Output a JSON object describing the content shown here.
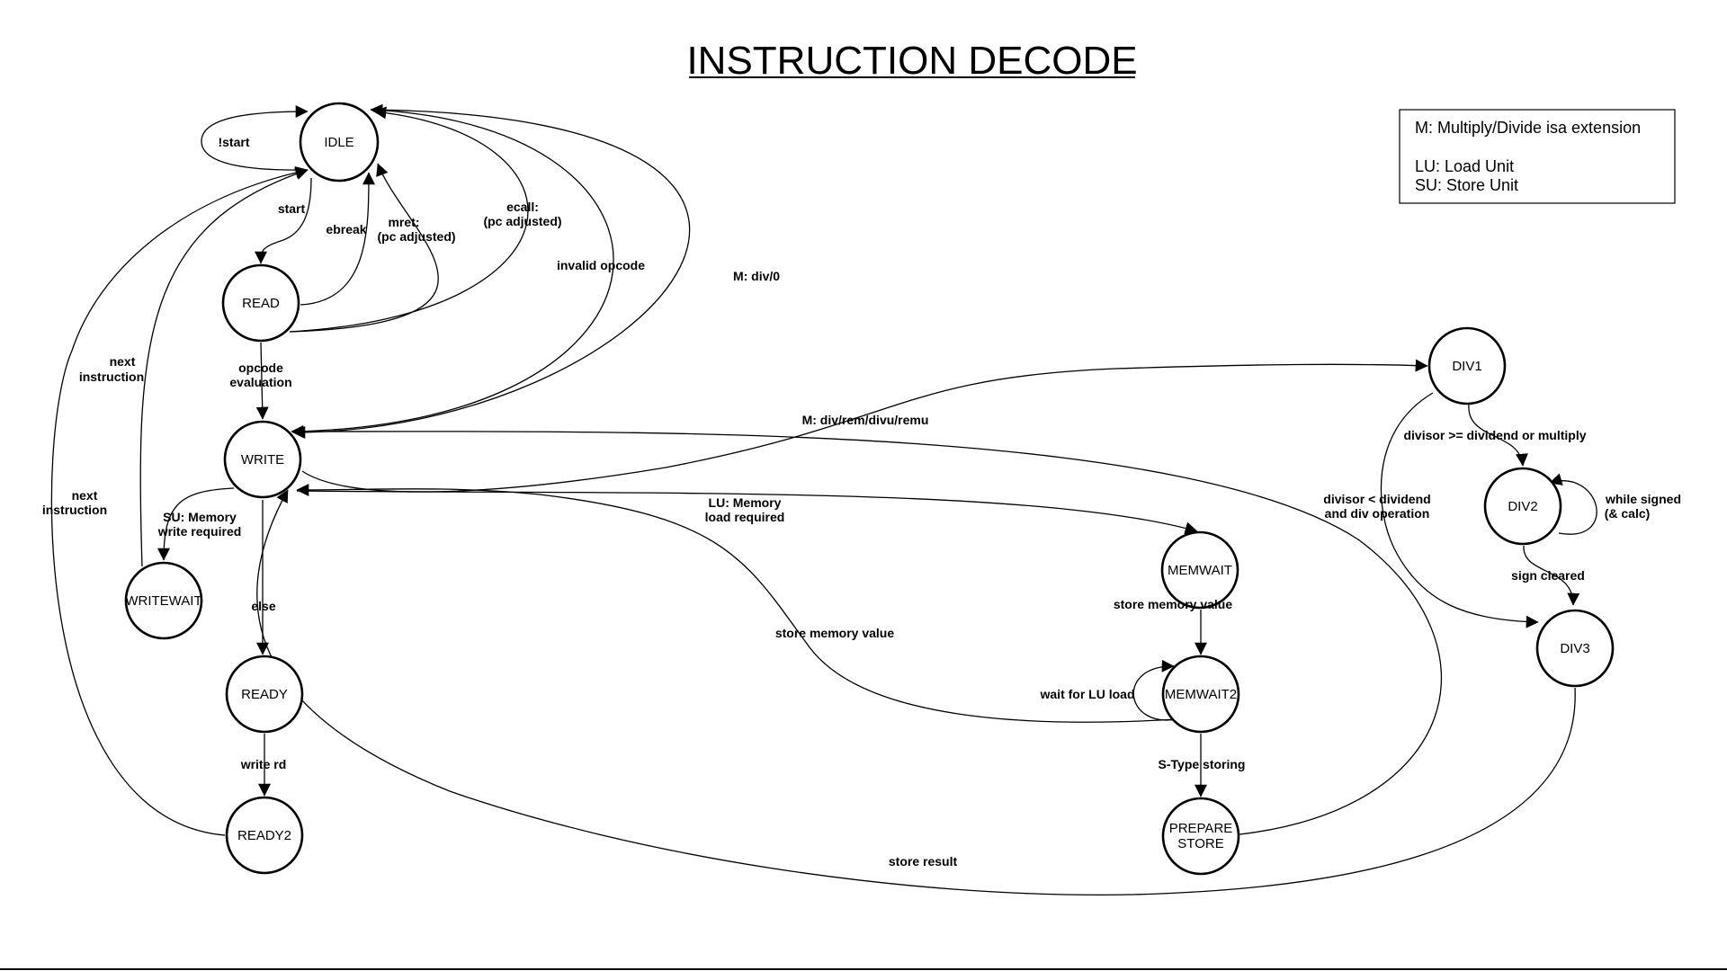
{
  "title": "INSTRUCTION DECODE",
  "legend": {
    "line1": "M: Multiply/Divide isa extension",
    "line2": "LU: Load Unit",
    "line3": "SU: Store Unit"
  },
  "states": {
    "idle": "IDLE",
    "read": "READ",
    "write": "WRITE",
    "writewait": "WRITEWAIT",
    "ready": "READY",
    "ready2": "READY2",
    "memwait": "MEMWAIT",
    "memwait2": "MEMWAIT2",
    "prepare_store_1": "PREPARE",
    "prepare_store_2": "STORE",
    "div1": "DIV1",
    "div2": "DIV2",
    "div3": "DIV3"
  },
  "transitions": {
    "not_start": "!start",
    "start": "start",
    "ebreak": "ebreak",
    "mret_1": "mret:",
    "mret_2": "(pc adjusted)",
    "ecall_1": "ecall:",
    "ecall_2": "(pc adjusted)",
    "invalid_opcode": "invalid opcode",
    "div0": "M: div/0",
    "opcode_eval_1": "opcode",
    "opcode_eval_2": "evaluation",
    "next_instr_a_1": "next",
    "next_instr_a_2": "instruction",
    "next_instr_b_1": "next",
    "next_instr_b_2": "instruction",
    "div_ops": "M: div/rem/divu/remu",
    "su_write_1": "SU: Memory",
    "su_write_2": "write required",
    "lu_load_1": "LU: Memory",
    "lu_load_2": "load required",
    "else": "else",
    "write_rd": "write rd",
    "store_mem_a": "store memory value",
    "store_mem_b": "store memory value",
    "wait_lu": "wait for LU load",
    "s_type": "S-Type storing",
    "store_result": "store result",
    "divisor_ge": "divisor >= dividend or multiply",
    "divisor_lt_1": "divisor < dividend",
    "divisor_lt_2": "and div operation",
    "while_signed_1": "while signed",
    "while_signed_2": "(& calc)",
    "sign_cleared": "sign cleared"
  }
}
